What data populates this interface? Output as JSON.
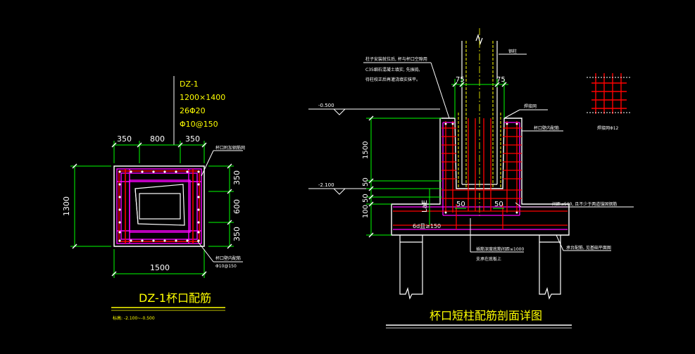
{
  "colors": {
    "background": "#000000",
    "dimension": "#00ff00",
    "rebar": "#ff0000",
    "stirrup": "#ff00ff",
    "outline": "#ffffff",
    "text": "#ffff00",
    "note_text": "#ffffff",
    "axis": "#ffff00"
  },
  "left_detail": {
    "column_label": {
      "name": "DZ-1",
      "size": "1200×1400",
      "main_rebar": "26Φ20",
      "stirrup": "Φ10@150"
    },
    "dims_top": [
      "350",
      "800",
      "350"
    ],
    "dims_right": [
      "350",
      "600",
      "350"
    ],
    "dim_left": "1300",
    "dim_bottom": "1500",
    "note_top_right": "杯口附加钢筋网",
    "note_bottom_right_1": "杯口壁内配筋",
    "note_bottom_right_2": "Φ10@150",
    "title": "DZ-1杯口配筋",
    "subtitle": "标高: -2.100~-0.500"
  },
  "right_detail": {
    "title": "杯口短柱配筋剖面详图",
    "elev_top": "-0.500",
    "elev_bottom": "-2.100",
    "dims_left": [
      "1500",
      "50",
      "50",
      "100"
    ],
    "dims_col": [
      "75",
      "75"
    ],
    "dims_bottom": [
      "50",
      "50"
    ],
    "lae_label": "LaE",
    "rebar_label_bottom": "6d且≥150",
    "note_left_1": "柱子安装就位后, 杯与杯口空隙用",
    "note_left_2": "C35细石混凝土填实, 先振捣,",
    "note_left_3": "待柱校正后再灌浇填实抹平。",
    "note_col_right": "钢柱",
    "note_mesh": "焊接网",
    "note_rebar_1": "杯口壁内配筋",
    "note_rebar_2": "焊接网Φ12",
    "note_right_3": "间距≤500, 且不少于两道锚固钢筋",
    "note_right_4": "承台配筋, 见基础平面图",
    "note_bottom_1": "插筋深度底筋间距≤1000",
    "note_bottom_2": "支承在底板上"
  }
}
